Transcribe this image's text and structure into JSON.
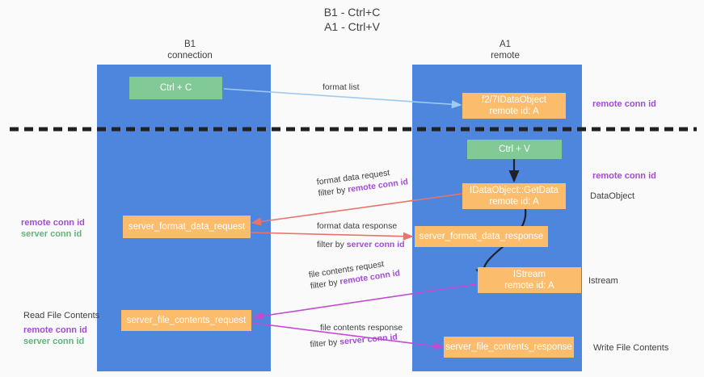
{
  "title": {
    "line1": "B1 - Ctrl+C",
    "line2": "A1 - Ctrl+V"
  },
  "lanes": [
    {
      "id": "b1",
      "line1": "B1",
      "line2": "connection"
    },
    {
      "id": "a1",
      "line1": "A1",
      "line2": "remote"
    }
  ],
  "nodes": {
    "ctrl_c": {
      "label": "Ctrl + C"
    },
    "ole_dataobject": {
      "line1": "f2/7IDataObject",
      "line2": "remote id: A"
    },
    "ctrl_v": {
      "label": "Ctrl + V"
    },
    "getdata": {
      "line1": "IDataObject::GetData",
      "line2": "remote id: A"
    },
    "server_format_data_request": {
      "label": "server_format_data_request"
    },
    "server_format_data_response": {
      "label": "server_format_data_response"
    },
    "istream": {
      "line1": "IStream",
      "line2": "remote id: A"
    },
    "server_file_contents_request": {
      "label": "server_file_contents_request"
    },
    "server_file_contents_response": {
      "label": "server_file_contents_response"
    }
  },
  "edges": {
    "format_list": {
      "label": "format list"
    },
    "format_data_request": {
      "line1": "format data request",
      "line2_prefix": "filter by ",
      "line2_key": "remote conn id"
    },
    "format_data_response": {
      "line1": "format data response",
      "line2_prefix": "filter by ",
      "line2_key": "server conn id"
    },
    "file_contents_request": {
      "line1": "file contents request",
      "line2_prefix": "filter by ",
      "line2_key": "remote conn id"
    },
    "file_contents_response": {
      "line1": "file contents response",
      "line2_prefix": "filter by ",
      "line2_key": "server conn id"
    }
  },
  "annotations": {
    "right_remote_conn_id_top": "remote conn id",
    "right_remote_conn_id_mid": "remote conn id",
    "right_dataobject": "DataObject",
    "right_istream": "Istream",
    "right_write_file_contents": "Write File Contents",
    "left_remote_conn_id_mid": "remote conn id",
    "left_server_conn_id_mid": "server conn id",
    "left_read_file_contents": "Read File Contents",
    "left_remote_conn_id_bottom": "remote conn id",
    "left_server_conn_id_bottom": "server conn id"
  },
  "colors": {
    "lane": "#4e86dd",
    "green_node": "#81c995",
    "orange_node": "#fbbc6b",
    "purple_text": "#a24bd8",
    "green_text": "#5fb57a",
    "arrow_blue": "#9ecbf0",
    "arrow_red": "#e8746c",
    "arrow_magenta": "#c24bd0",
    "arrow_black": "#202124",
    "divider": "#202124",
    "background": "#fafafa"
  }
}
